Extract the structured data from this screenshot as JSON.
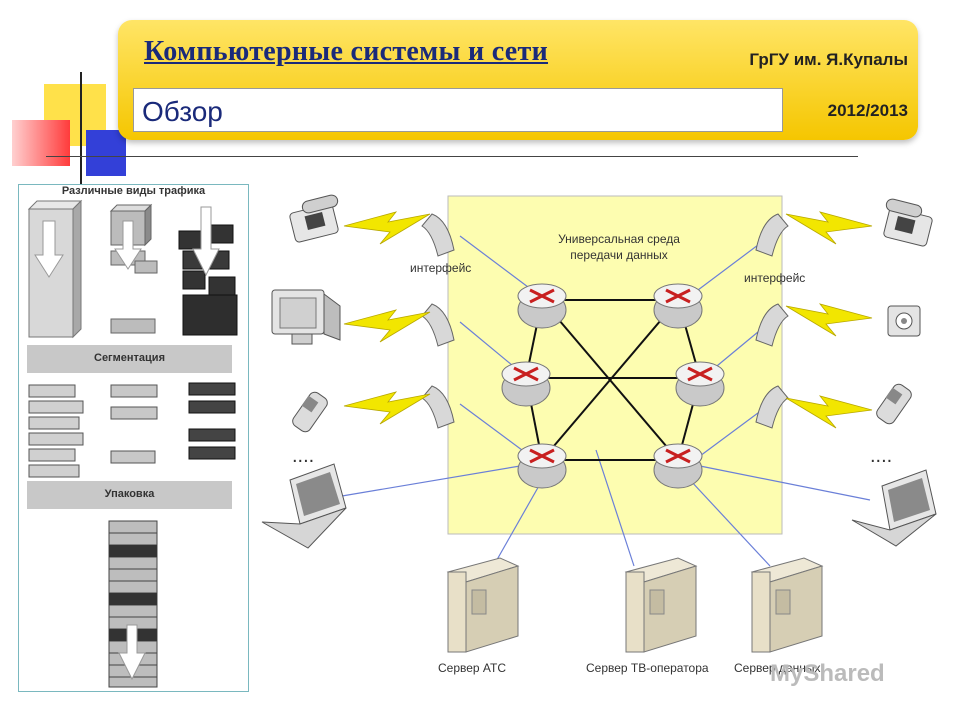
{
  "header": {
    "title": "Компьютерные системы и сети",
    "university": "ГрГУ им. Я.Купалы",
    "subtitle": "Обзор",
    "year": "2012/2013"
  },
  "left_panel": {
    "traffic_label": "Различные виды трафика",
    "segmentation_label": "Сегментация",
    "packaging_label": "Упаковка"
  },
  "network": {
    "core_label_line1": "Универсальная среда",
    "core_label_line2": "передачи данных",
    "interface_left": "интерфейс",
    "interface_right": "интерфейс",
    "ellipsis_left": "....",
    "ellipsis_right": "....",
    "server_1": "Сервер АТС",
    "server_2": "Сервер ТВ-оператора",
    "server_3": "Сервер данных"
  },
  "watermark": "MyShared",
  "colors": {
    "banner": "#f5c600",
    "title": "#1a2a7a",
    "core_fill": "#fdfdb0",
    "lightning": "#f2e600",
    "link_blue": "#6a7fd8"
  }
}
